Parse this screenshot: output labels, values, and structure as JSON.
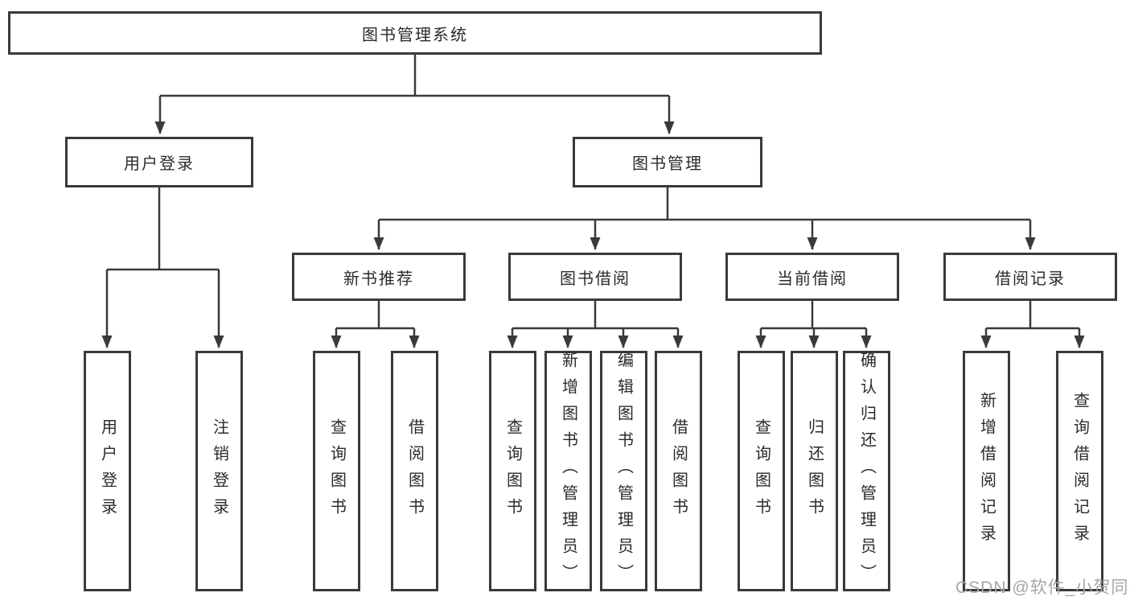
{
  "diagram": {
    "title": "图书管理系统",
    "type": "hierarchy-tree",
    "nodes": {
      "root": "图书管理系统",
      "user_login": "用户登录",
      "book_management": "图书管理",
      "new_book_recommend": "新书推荐",
      "book_borrowing": "图书借阅",
      "current_borrowing": "当前借阅",
      "borrow_records": "借阅记录",
      "ul_user_login": "用户登录",
      "ul_logout": "注销登录",
      "nb_query_books": "查询图书",
      "nb_borrow_books": "借阅图书",
      "bb_query_books": "查询图书",
      "bb_add_books_admin": "新增图书（管理员）",
      "bb_edit_books_admin": "编辑图书（管理员）",
      "bb_borrow_books": "借阅图书",
      "cb_query_books": "查询图书",
      "cb_return_books": "归还图书",
      "cb_confirm_return_admin": "确认归还（管理员）",
      "br_add_record": "新增借阅记录",
      "br_query_record": "查询借阅记录"
    },
    "hierarchy": {
      "root": [
        "user_login",
        "book_management"
      ],
      "user_login": [
        "ul_user_login",
        "ul_logout"
      ],
      "book_management": [
        "new_book_recommend",
        "book_borrowing",
        "current_borrowing",
        "borrow_records"
      ],
      "new_book_recommend": [
        "nb_query_books",
        "nb_borrow_books"
      ],
      "book_borrowing": [
        "bb_query_books",
        "bb_add_books_admin",
        "bb_edit_books_admin",
        "bb_borrow_books"
      ],
      "current_borrowing": [
        "cb_query_books",
        "cb_return_books",
        "cb_confirm_return_admin"
      ],
      "borrow_records": [
        "br_add_record",
        "br_query_record"
      ]
    },
    "colors": {
      "line": "#3a3a3a",
      "text": "#2b2b2b",
      "watermark": "#a6a6a6",
      "background": "#ffffff"
    },
    "watermark": "CSDN @软件_小贺同学"
  }
}
